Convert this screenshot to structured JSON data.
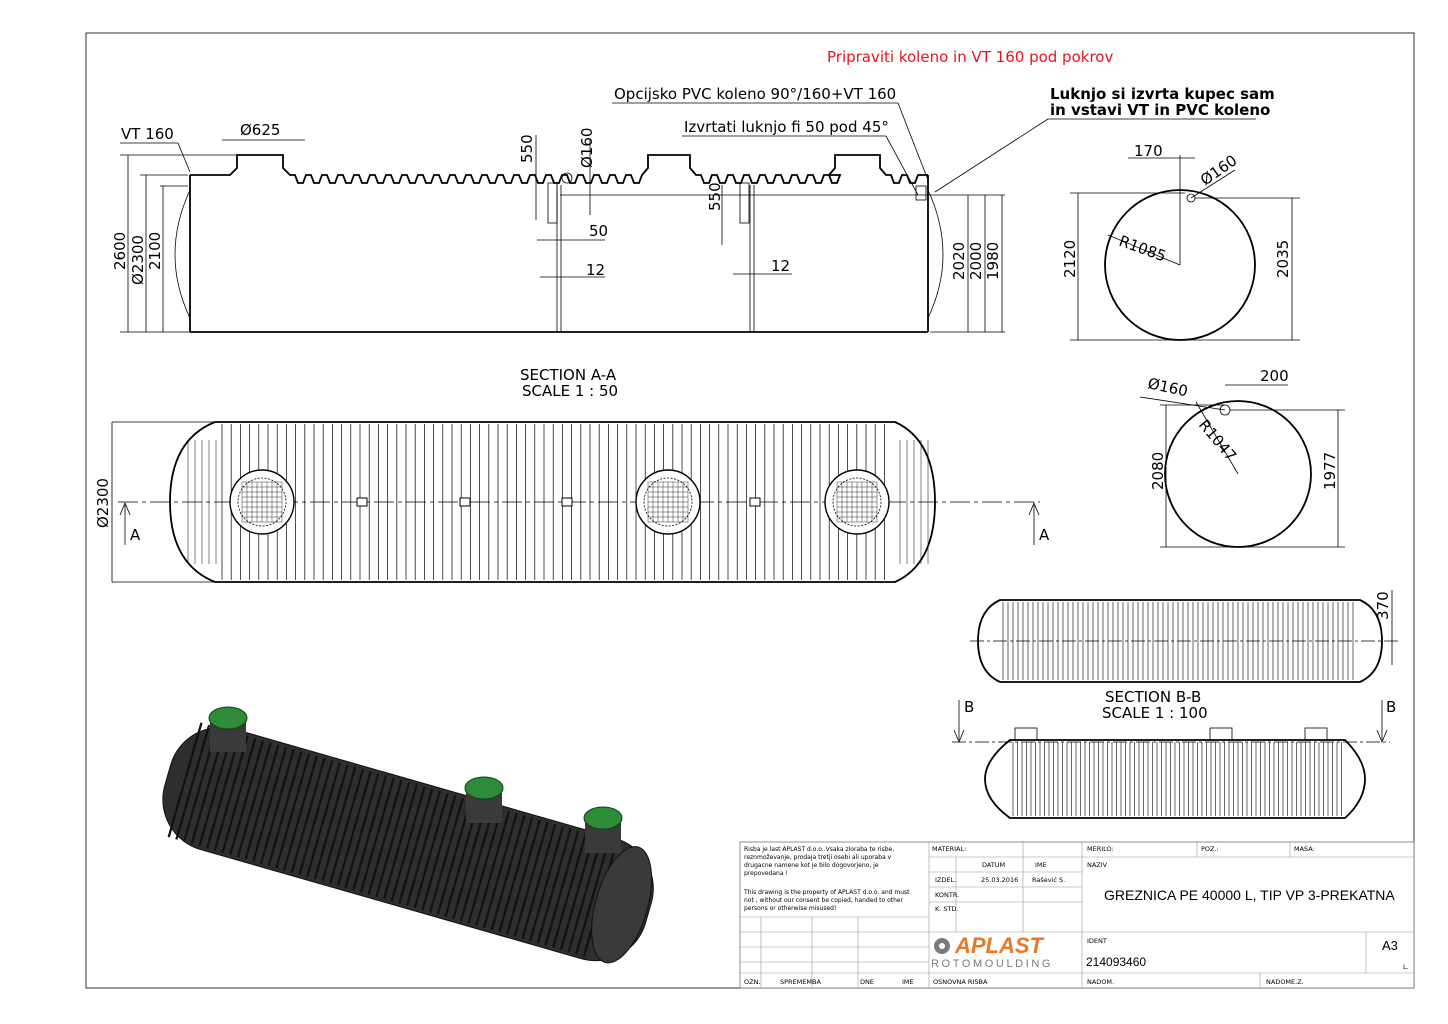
{
  "notes": {
    "red_note": "Pripraviti koleno in VT 160 pod pokrov",
    "pvc_elbow": "Opcijsko PVC koleno 90°/160+VT 160",
    "drill_hole": "Izvrtati luknjo fi 50 pod 45°",
    "customer_line1": "Luknjo si izvrta kupec sam",
    "customer_line2": "in vstavi VT in PVC koleno",
    "vt160": "VT 160"
  },
  "dims_elevation": {
    "d625": "Ø625",
    "h550a": "550",
    "d160": "Ø160",
    "h550b": "550",
    "w50": "50",
    "w12a": "12",
    "w12b": "12",
    "h2600": "2600",
    "d2300": "Ø2300",
    "h2100": "2100",
    "h2020": "2020",
    "h2000": "2000",
    "h1980": "1980"
  },
  "section_aa": {
    "title": "SECTION A-A",
    "scale": "SCALE 1 : 50",
    "marker": "A",
    "dim": "Ø2300"
  },
  "circle1": {
    "w170": "170",
    "d160": "Ø160",
    "r": "R1085",
    "h2120": "2120",
    "h2035": "2035"
  },
  "circle2": {
    "d160": "Ø160",
    "w200": "200",
    "r": "R1047",
    "h2080": "2080",
    "h1977": "1977"
  },
  "section_bb": {
    "title": "SECTION B-B",
    "scale": "SCALE 1 : 100",
    "marker": "B",
    "dim": "370"
  },
  "title_block": {
    "disclaimer_si": [
      "Risba je last APLAST d.o.o..Vsaka zloraba te risbe,",
      "reznmoževanje, prodaja tretji osebi ali uporaba v",
      "drugacne namene kot je bilo dogovorjeno, je",
      "prepovedana !"
    ],
    "disclaimer_en": [
      "This drawing is the property of APLAST d.o.o. and must",
      "not , without our consent be copied, handed to other",
      "persons or otherwise misused!"
    ],
    "material": "MATERIAL:",
    "datum": "DATUM",
    "ime": "IME",
    "izdel": "IZDEL.",
    "date": "25.03.2016",
    "author": "Rašević S.",
    "kontr": "KONTR.",
    "kstd": "K. STD.",
    "merilo": "MERILO:",
    "poz": "POZ.:",
    "masa": "MASA:",
    "naziv": "NAZIV",
    "title": "GREZNICA  PE 40000 L, TIP VP  3-PREKATNA",
    "ident_label": "IDENT",
    "ident": "214093460",
    "format": "A3",
    "l": "L.",
    "ozn": "OZN.",
    "sprememba": "SPREMEMBA",
    "dne": "DNE",
    "ime2": "IME",
    "osnovna": "OSNOVNA RISBA",
    "nadom": "NADOM.",
    "nadomez": "NADOME.Z.",
    "logo_top": "APLAST",
    "logo_bottom": "ROTOMOULDING"
  },
  "colors": {
    "red": "#e8141c",
    "logo_orange": "#e8782a",
    "logo_gray": "#7a7a7a",
    "lid_green": "#2e8b3a"
  }
}
